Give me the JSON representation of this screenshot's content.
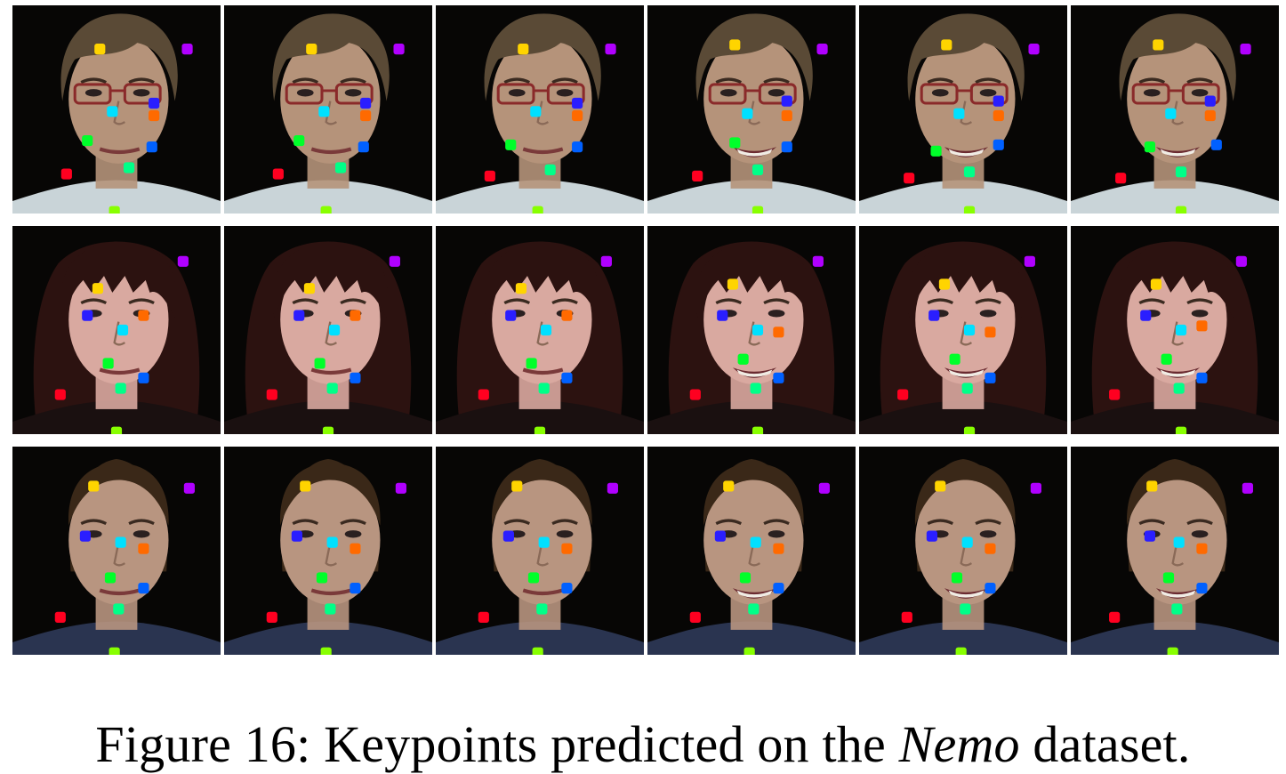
{
  "figure": {
    "caption_prefix": "Figure 16: Keypoints predicted on the ",
    "caption_dataset": "Nemo",
    "caption_suffix": " dataset."
  },
  "grid": {
    "rows": 3,
    "columns": 6,
    "subjects": [
      {
        "id": "subject-1",
        "hair": "#5a4a36",
        "skin": "#b5937a",
        "shirt": "#c9d4d8",
        "glasses": true,
        "hair_style": "short"
      },
      {
        "id": "subject-2",
        "hair": "#2c1210",
        "skin": "#d9a9a0",
        "shirt": "#1a1010",
        "glasses": false,
        "hair_style": "bangs"
      },
      {
        "id": "subject-3",
        "hair": "#3a2818",
        "skin": "#b89580",
        "shirt": "#2a3450",
        "glasses": false,
        "hair_style": "pulled"
      }
    ]
  },
  "keypoint_colors": {
    "forehead": "#ffd400",
    "temple": "#b000ff",
    "right-eye": "#2a1eff",
    "left-eye": "#ff6a00",
    "nose": "#00e0ff",
    "mouth-left": "#00ff2a",
    "mouth-right": "#0060ff",
    "chin": "#00ff88",
    "cheek": "#ff0020",
    "jaw": "#88ff00"
  },
  "keypoints": [
    [
      [
        [
          0.42,
          0.21
        ],
        [
          0.84,
          0.21
        ],
        [
          0.68,
          0.47
        ],
        [
          0.68,
          0.53
        ],
        [
          0.48,
          0.51
        ],
        [
          0.36,
          0.65
        ],
        [
          0.67,
          0.68
        ],
        [
          0.56,
          0.78
        ],
        [
          0.26,
          0.81
        ],
        [
          0.49,
          0.99
        ]
      ],
      [
        [
          0.42,
          0.21
        ],
        [
          0.84,
          0.21
        ],
        [
          0.68,
          0.47
        ],
        [
          0.68,
          0.53
        ],
        [
          0.48,
          0.51
        ],
        [
          0.36,
          0.65
        ],
        [
          0.67,
          0.68
        ],
        [
          0.56,
          0.78
        ],
        [
          0.26,
          0.81
        ],
        [
          0.49,
          0.99
        ]
      ],
      [
        [
          0.42,
          0.21
        ],
        [
          0.84,
          0.21
        ],
        [
          0.68,
          0.47
        ],
        [
          0.68,
          0.53
        ],
        [
          0.48,
          0.51
        ],
        [
          0.36,
          0.67
        ],
        [
          0.68,
          0.68
        ],
        [
          0.55,
          0.79
        ],
        [
          0.26,
          0.82
        ],
        [
          0.49,
          0.99
        ]
      ],
      [
        [
          0.42,
          0.19
        ],
        [
          0.84,
          0.21
        ],
        [
          0.67,
          0.46
        ],
        [
          0.67,
          0.53
        ],
        [
          0.48,
          0.52
        ],
        [
          0.42,
          0.66
        ],
        [
          0.67,
          0.68
        ],
        [
          0.53,
          0.79
        ],
        [
          0.24,
          0.82
        ],
        [
          0.53,
          0.99
        ]
      ],
      [
        [
          0.42,
          0.19
        ],
        [
          0.84,
          0.21
        ],
        [
          0.67,
          0.46
        ],
        [
          0.67,
          0.53
        ],
        [
          0.48,
          0.52
        ],
        [
          0.37,
          0.7
        ],
        [
          0.67,
          0.67
        ],
        [
          0.53,
          0.8
        ],
        [
          0.24,
          0.83
        ],
        [
          0.53,
          0.99
        ]
      ],
      [
        [
          0.42,
          0.19
        ],
        [
          0.84,
          0.21
        ],
        [
          0.67,
          0.46
        ],
        [
          0.67,
          0.53
        ],
        [
          0.48,
          0.52
        ],
        [
          0.38,
          0.68
        ],
        [
          0.7,
          0.67
        ],
        [
          0.53,
          0.8
        ],
        [
          0.24,
          0.83
        ],
        [
          0.53,
          0.99
        ]
      ]
    ],
    [
      [
        [
          0.41,
          0.3
        ],
        [
          0.82,
          0.17
        ],
        [
          0.36,
          0.43
        ],
        [
          0.63,
          0.43
        ],
        [
          0.53,
          0.5
        ],
        [
          0.46,
          0.66
        ],
        [
          0.63,
          0.73
        ],
        [
          0.52,
          0.78
        ],
        [
          0.23,
          0.81
        ],
        [
          0.5,
          0.99
        ]
      ],
      [
        [
          0.41,
          0.3
        ],
        [
          0.82,
          0.17
        ],
        [
          0.36,
          0.43
        ],
        [
          0.63,
          0.43
        ],
        [
          0.53,
          0.5
        ],
        [
          0.46,
          0.66
        ],
        [
          0.63,
          0.73
        ],
        [
          0.52,
          0.78
        ],
        [
          0.23,
          0.81
        ],
        [
          0.5,
          0.99
        ]
      ],
      [
        [
          0.41,
          0.3
        ],
        [
          0.82,
          0.17
        ],
        [
          0.36,
          0.43
        ],
        [
          0.63,
          0.43
        ],
        [
          0.53,
          0.5
        ],
        [
          0.46,
          0.66
        ],
        [
          0.63,
          0.73
        ],
        [
          0.52,
          0.78
        ],
        [
          0.23,
          0.81
        ],
        [
          0.5,
          0.99
        ]
      ],
      [
        [
          0.41,
          0.28
        ],
        [
          0.82,
          0.17
        ],
        [
          0.36,
          0.43
        ],
        [
          0.63,
          0.51
        ],
        [
          0.53,
          0.5
        ],
        [
          0.46,
          0.64
        ],
        [
          0.63,
          0.73
        ],
        [
          0.52,
          0.78
        ],
        [
          0.23,
          0.81
        ],
        [
          0.53,
          0.99
        ]
      ],
      [
        [
          0.41,
          0.28
        ],
        [
          0.82,
          0.17
        ],
        [
          0.36,
          0.43
        ],
        [
          0.63,
          0.51
        ],
        [
          0.53,
          0.5
        ],
        [
          0.46,
          0.64
        ],
        [
          0.63,
          0.73
        ],
        [
          0.52,
          0.78
        ],
        [
          0.21,
          0.81
        ],
        [
          0.53,
          0.99
        ]
      ],
      [
        [
          0.41,
          0.28
        ],
        [
          0.82,
          0.17
        ],
        [
          0.36,
          0.43
        ],
        [
          0.63,
          0.48
        ],
        [
          0.53,
          0.5
        ],
        [
          0.46,
          0.64
        ],
        [
          0.63,
          0.73
        ],
        [
          0.52,
          0.78
        ],
        [
          0.21,
          0.81
        ],
        [
          0.53,
          0.99
        ]
      ]
    ],
    [
      [
        [
          0.39,
          0.19
        ],
        [
          0.85,
          0.2
        ],
        [
          0.35,
          0.43
        ],
        [
          0.63,
          0.49
        ],
        [
          0.52,
          0.46
        ],
        [
          0.47,
          0.63
        ],
        [
          0.63,
          0.68
        ],
        [
          0.51,
          0.78
        ],
        [
          0.23,
          0.82
        ],
        [
          0.49,
          0.99
        ]
      ],
      [
        [
          0.39,
          0.19
        ],
        [
          0.85,
          0.2
        ],
        [
          0.35,
          0.43
        ],
        [
          0.63,
          0.49
        ],
        [
          0.52,
          0.46
        ],
        [
          0.47,
          0.63
        ],
        [
          0.63,
          0.68
        ],
        [
          0.51,
          0.78
        ],
        [
          0.23,
          0.82
        ],
        [
          0.49,
          0.99
        ]
      ],
      [
        [
          0.39,
          0.19
        ],
        [
          0.85,
          0.2
        ],
        [
          0.35,
          0.43
        ],
        [
          0.63,
          0.49
        ],
        [
          0.52,
          0.46
        ],
        [
          0.47,
          0.63
        ],
        [
          0.63,
          0.68
        ],
        [
          0.51,
          0.78
        ],
        [
          0.23,
          0.82
        ],
        [
          0.49,
          0.99
        ]
      ],
      [
        [
          0.39,
          0.19
        ],
        [
          0.85,
          0.2
        ],
        [
          0.35,
          0.43
        ],
        [
          0.63,
          0.49
        ],
        [
          0.52,
          0.46
        ],
        [
          0.47,
          0.63
        ],
        [
          0.63,
          0.68
        ],
        [
          0.51,
          0.78
        ],
        [
          0.23,
          0.82
        ],
        [
          0.49,
          0.99
        ]
      ],
      [
        [
          0.39,
          0.19
        ],
        [
          0.85,
          0.2
        ],
        [
          0.35,
          0.43
        ],
        [
          0.63,
          0.49
        ],
        [
          0.52,
          0.46
        ],
        [
          0.47,
          0.63
        ],
        [
          0.63,
          0.68
        ],
        [
          0.51,
          0.78
        ],
        [
          0.23,
          0.82
        ],
        [
          0.49,
          0.99
        ]
      ],
      [
        [
          0.39,
          0.19
        ],
        [
          0.85,
          0.2
        ],
        [
          0.38,
          0.43
        ],
        [
          0.63,
          0.49
        ],
        [
          0.52,
          0.46
        ],
        [
          0.47,
          0.63
        ],
        [
          0.63,
          0.68
        ],
        [
          0.51,
          0.78
        ],
        [
          0.21,
          0.82
        ],
        [
          0.49,
          0.99
        ]
      ]
    ]
  ]
}
